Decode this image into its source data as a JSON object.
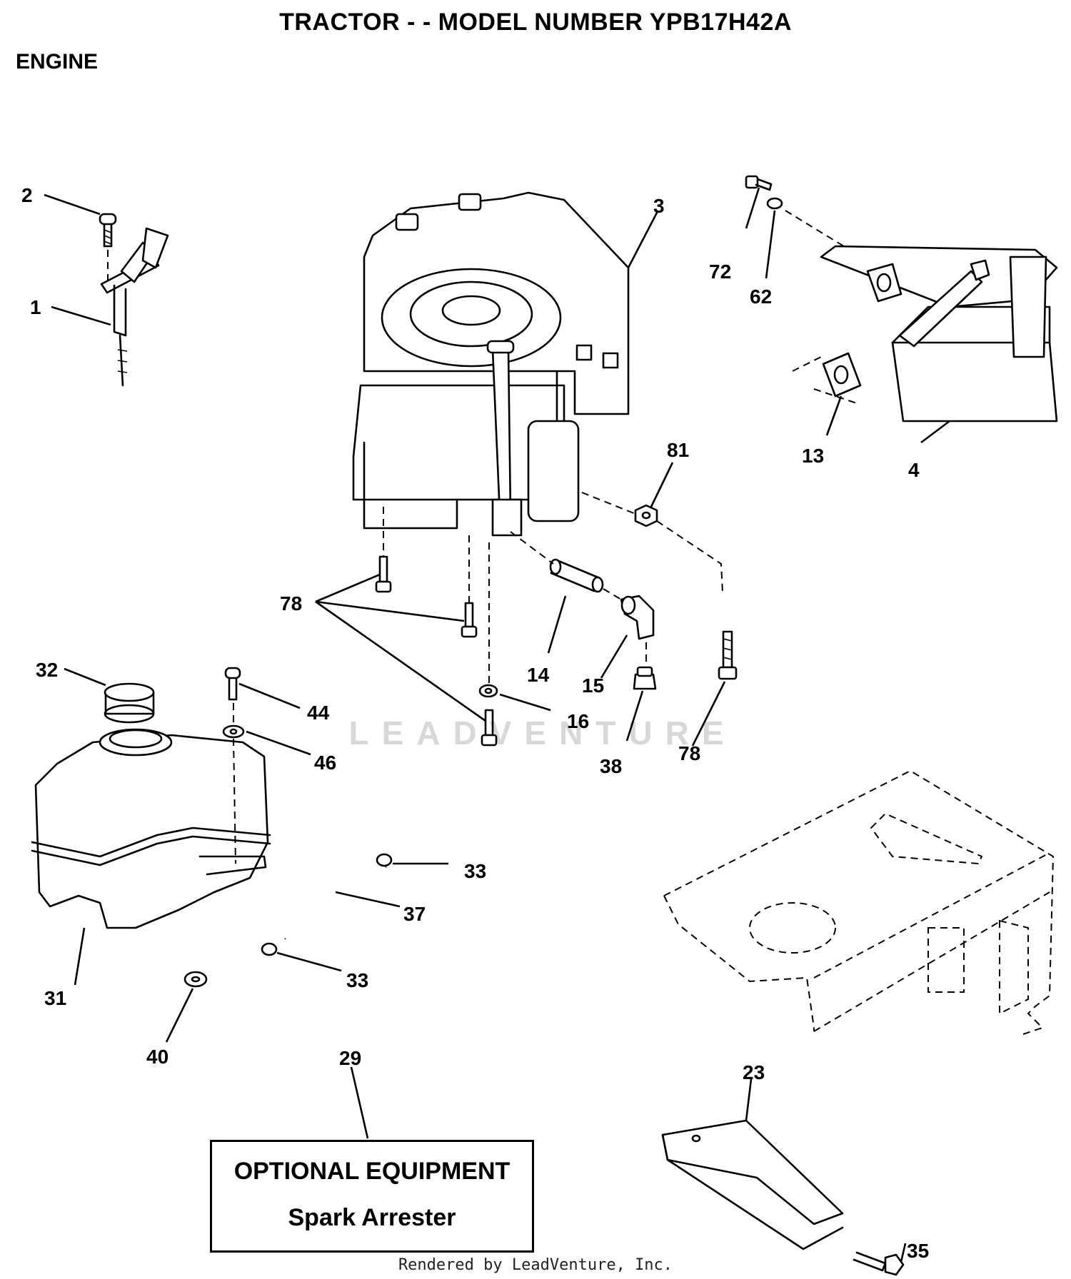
{
  "page_title": "TRACTOR - - MODEL NUMBER YPB17H42A",
  "section_title": "ENGINE",
  "callouts": {
    "c1": "1",
    "c2": "2",
    "c3": "3",
    "c4": "4",
    "c13": "13",
    "c14": "14",
    "c15": "15",
    "c16": "16",
    "c23": "23",
    "c29": "29",
    "c31": "31",
    "c32": "32",
    "c33a": "33",
    "c33b": "33",
    "c35": "35",
    "c37": "37",
    "c38": "38",
    "c40": "40",
    "c44": "44",
    "c46": "46",
    "c62": "62",
    "c72": "72",
    "c78a": "78",
    "c78b": "78",
    "c81": "81"
  },
  "optional_box": {
    "title": "OPTIONAL EQUIPMENT",
    "item": "Spark Arrester"
  },
  "watermark": "LEADVENTURE",
  "footer": "Rendered by LeadVenture, Inc."
}
